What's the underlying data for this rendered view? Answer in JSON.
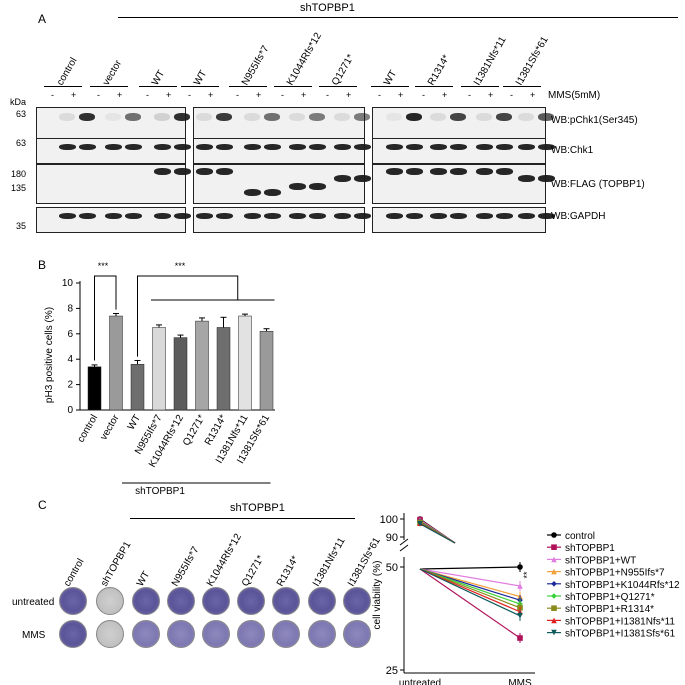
{
  "panelA": {
    "letter": "A",
    "group_label": "shTOPBP1",
    "kda_label": "kDa",
    "treatment_label": "MMS(5mM)",
    "lanes": [
      "control",
      "vector",
      "WT",
      "WT",
      "N955Ifs*7",
      "K1044Rfs*12",
      "Q1271*",
      "WT",
      "R1314*",
      "I1381Nfs*11",
      "I1381Sfs*61"
    ],
    "minus": "-",
    "plus": "+",
    "mw_markers": [
      "63",
      "63",
      "180",
      "135",
      "35"
    ],
    "blots": [
      "WB:pChk1(Ser345)",
      "WB:Chk1",
      "WB:FLAG (TOPBP1)",
      "WB:GAPDH"
    ]
  },
  "panelB": {
    "letter": "B",
    "group_label": "shTOPBP1",
    "sig1": "***",
    "sig2": "***"
  },
  "panelC": {
    "letter": "C",
    "group_label": "shTOPBP1",
    "plate_lanes": [
      "control",
      "shTOPBP1",
      "WT",
      "N955Ifs*7",
      "K1044Rfs*12",
      "Q1271*",
      "R1314*",
      "I1381Nfs*11",
      "I1381Sfs*61"
    ],
    "row_labels": [
      "untreated",
      "MMS"
    ],
    "sig": "**"
  },
  "chart_data": [
    {
      "type": "bar",
      "title": "",
      "xlabel": "",
      "ylabel": "pH3 positive cells (%)",
      "ylim": [
        0,
        10
      ],
      "yticks": [
        "0",
        "2",
        "4",
        "6",
        "8",
        "10"
      ],
      "categories": [
        "control",
        "vector",
        "WT",
        "N955Ifs*7",
        "K1044Rfs*12",
        "Q1271*",
        "R1314*",
        "I1381Nfs*11",
        "I1381Sfs*61"
      ],
      "values": [
        3.4,
        7.4,
        3.6,
        6.5,
        5.7,
        7.0,
        6.5,
        7.4,
        6.2
      ],
      "errors": [
        0.15,
        0.2,
        0.3,
        0.2,
        0.2,
        0.25,
        0.8,
        0.15,
        0.2
      ],
      "colors": [
        "#000000",
        "#9a9a9a",
        "#6e6e6e",
        "#d9d9d9",
        "#5c5c5c",
        "#a6a6a6",
        "#6e6e6e",
        "#e2e2e2",
        "#9a9a9a"
      ]
    },
    {
      "type": "line",
      "title": "",
      "xlabel": "",
      "ylabel": "cell viability (%)",
      "x": [
        "untreated",
        "MMS"
      ],
      "yticks": [
        "100",
        "90",
        "50",
        "25"
      ],
      "series": [
        {
          "name": "control",
          "values": [
            100,
            50
          ],
          "color": "#000000",
          "marker": "circle"
        },
        {
          "name": "shTOPBP1",
          "values": [
            100,
            31
          ],
          "color": "#b0125a",
          "marker": "square"
        },
        {
          "name": "shTOPBP1+WT",
          "values": [
            100,
            44
          ],
          "color": "#e07de0",
          "marker": "triangle"
        },
        {
          "name": "shTOPBP1+N955Ifs*7",
          "values": [
            100,
            41
          ],
          "color": "#f2a03a",
          "marker": "triangle"
        },
        {
          "name": "shTOPBP1+K1044Rfs*12",
          "values": [
            100,
            40
          ],
          "color": "#1f2a9a",
          "marker": "diamond"
        },
        {
          "name": "shTOPBP1+Q1271*",
          "values": [
            100,
            39
          ],
          "color": "#3ad23a",
          "marker": "diamond"
        },
        {
          "name": "shTOPBP1+R1314*",
          "values": [
            100,
            38
          ],
          "color": "#8a8a1a",
          "marker": "square"
        },
        {
          "name": "shTOPBP1+I1381Nfs*11",
          "values": [
            100,
            37
          ],
          "color": "#e02020",
          "marker": "triangle"
        },
        {
          "name": "shTOPBP1+I1381Sfs*61",
          "values": [
            100,
            36
          ],
          "color": "#0f5a5a",
          "marker": "triangledown"
        }
      ]
    }
  ]
}
